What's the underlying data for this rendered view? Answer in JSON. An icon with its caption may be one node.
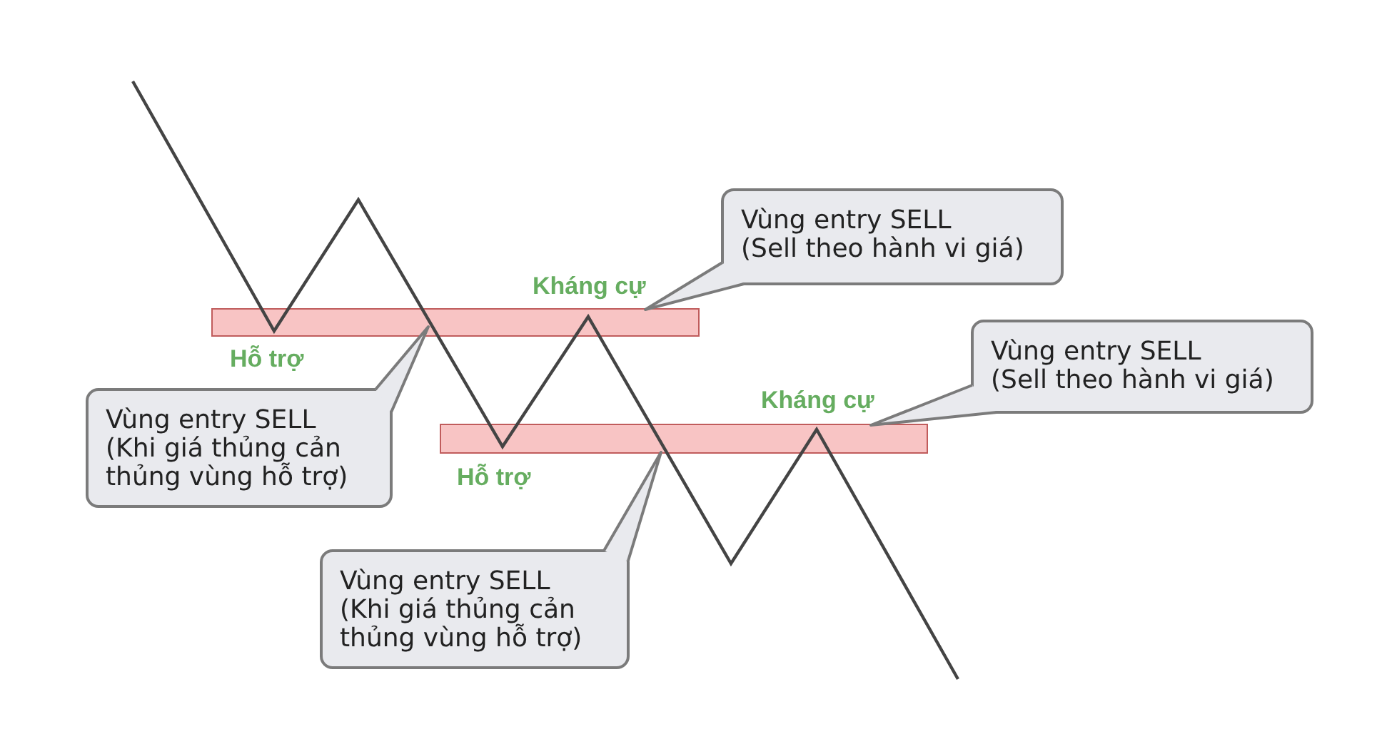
{
  "diagram": {
    "nodes": [
      {
        "text": [
          "Vùng entry SELL",
          "(Sell theo hành vi giá)"
        ]
      },
      {
        "text": [],
        "shape": "bar",
        "beside": [
          "Hỗ trợ",
          "Kháng cự"
        ]
      },
      {
        "text": [
          "Vùng entry SELL",
          "(Sell theo hành vi giá)"
        ]
      },
      {
        "text": [
          "Vùng entry SELL",
          "(Khi giá thủng cản thủng vùng hỗ trợ)"
        ]
      },
      {
        "text": [],
        "shape": "bar",
        "beside": [
          "Hỗ trợ",
          "Kháng cự"
        ]
      },
      {
        "text": [
          "Vùng entry SELL",
          "(Khi giá thủng cản thủng vùng hỗ trợ)"
        ]
      }
    ],
    "edges": [
      {
        "from": 0,
        "to": 1,
        "arrow": "none"
      },
      {
        "from": 2,
        "to": 4,
        "arrow": "none"
      },
      {
        "from": 3,
        "to": 1,
        "arrow": "none"
      },
      {
        "from": 5,
        "to": 4,
        "arrow": "none"
      }
    ]
  }
}
